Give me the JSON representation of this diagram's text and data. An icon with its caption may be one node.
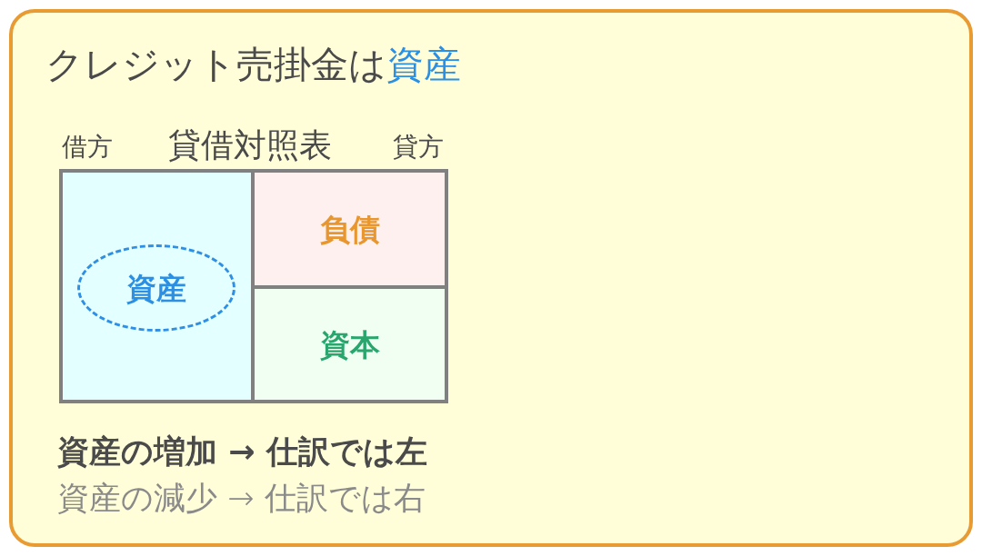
{
  "diagram": {
    "title": "クレジット売掛金は**資産**",
    "nodes": [
      {
        "text": [
          "貸借対照表"
        ],
        "beside": [
          "借方",
          "貸方"
        ]
      },
      {
        "text": [],
        "shape": "box",
        "in": 0
      },
      {
        "text": [
          "資産"
        ],
        "in": 1
      },
      {
        "text": [
          "負債"
        ],
        "in": 0
      },
      {
        "text": [
          "資本"
        ],
        "in": 0
      }
    ],
    "labels": [
      "資産の増加 → 仕訳では左",
      "資産の減少 → 仕訳では右"
    ]
  }
}
